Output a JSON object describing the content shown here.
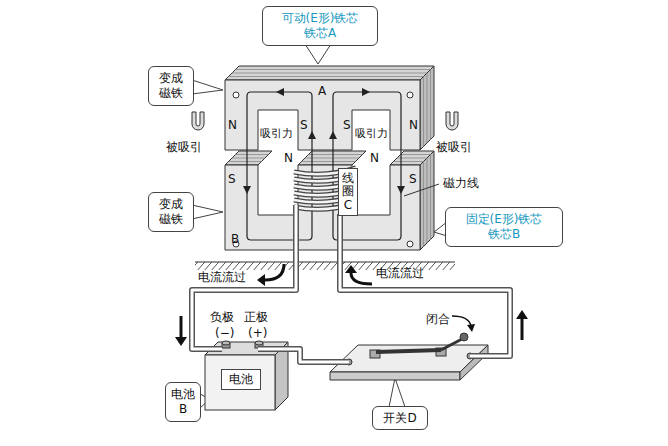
{
  "diagram": {
    "nodes": [
      {
        "text": [
          "可动(E形)铁芯 铁芯A"
        ]
      },
      {
        "text": [
          "变成 磁铁"
        ]
      },
      {
        "text": [
          "变成 磁铁"
        ]
      },
      {
        "text": [
          "线圈C"
        ]
      },
      {
        "text": [
          "固定(E形)铁芯 铁芯B"
        ]
      },
      {
        "text": [
          "电池"
        ]
      },
      {
        "text": [
          "电池 B"
        ]
      },
      {
        "text": [
          "开关D"
        ]
      }
    ],
    "labels": [
      "A",
      "N",
      "S",
      "S",
      "N",
      "被吸引",
      "吸引力",
      "吸引力",
      "被吸引",
      "S",
      "N",
      "N",
      "S",
      "磁力线",
      "B",
      "电流流过",
      "电流流过",
      "负极",
      "(−)",
      "正极",
      "(+)",
      "闭合"
    ]
  }
}
